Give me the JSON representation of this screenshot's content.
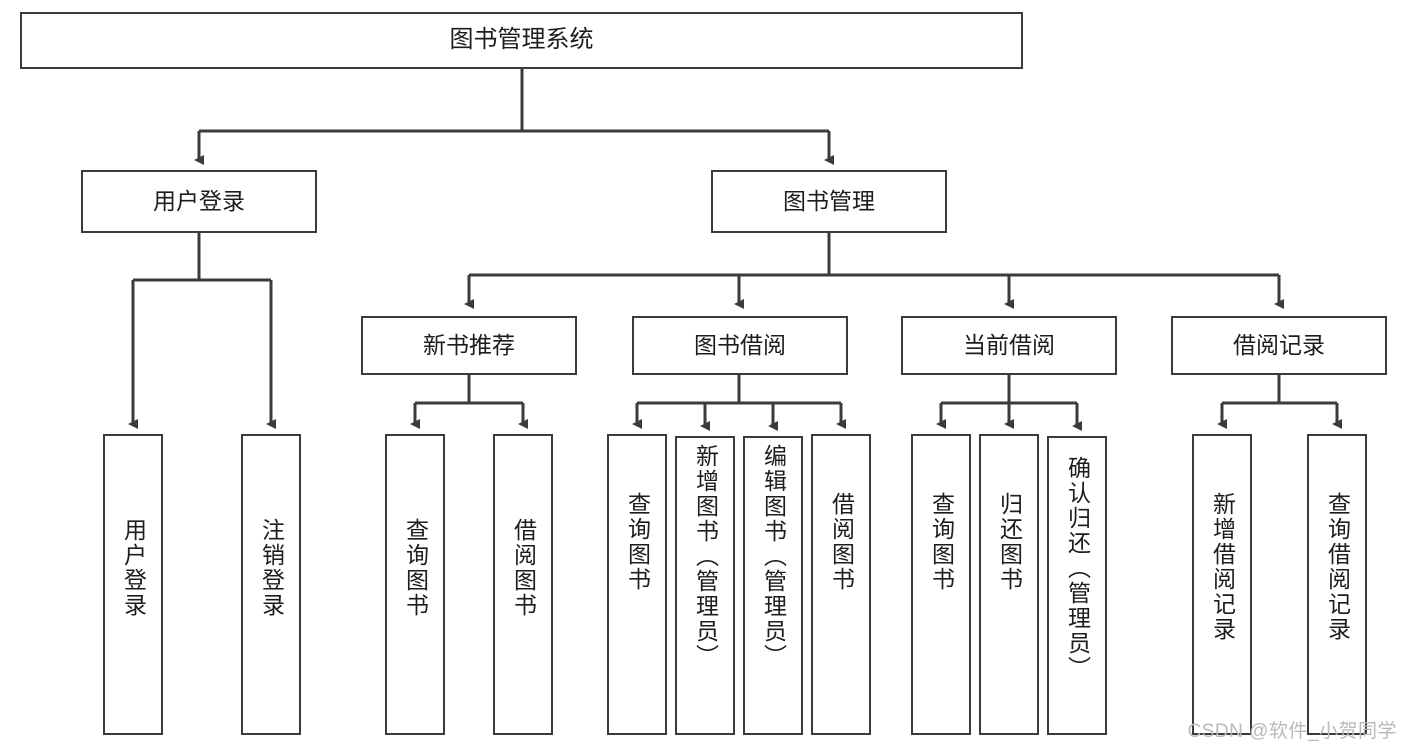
{
  "diagram": {
    "type": "tree-hierarchy-diagram",
    "title": "图书管理系统",
    "background_color": "#ffffff",
    "border_color": "#3b3b3b",
    "text_color": "#1d1d1d",
    "connector_color": "#3b3b3b"
  },
  "nodes": {
    "root": {
      "label": "图书管理系统"
    },
    "level1": [
      {
        "id": "user-login",
        "label": "用户登录"
      },
      {
        "id": "book-management",
        "label": "图书管理"
      }
    ],
    "level2": [
      {
        "id": "new-book-recommend",
        "label": "新书推荐"
      },
      {
        "id": "book-borrow",
        "label": "图书借阅"
      },
      {
        "id": "current-borrow",
        "label": "当前借阅"
      },
      {
        "id": "borrow-record",
        "label": "借阅记录"
      }
    ],
    "leaves": {
      "user_login": [
        {
          "id": "leaf-user-login",
          "label": "用户登录"
        },
        {
          "id": "leaf-logout-login",
          "label": "注销登录"
        }
      ],
      "new_book_recommend": [
        {
          "id": "leaf-query-book-1",
          "label": "查询图书"
        },
        {
          "id": "leaf-borrow-book-1",
          "label": "借阅图书"
        }
      ],
      "book_borrow": [
        {
          "id": "leaf-query-book-2",
          "label": "查询图书"
        },
        {
          "id": "leaf-add-book",
          "label": "新增图书（管理员）"
        },
        {
          "id": "leaf-edit-book",
          "label": "编辑图书（管理员）"
        },
        {
          "id": "leaf-borrow-book-2",
          "label": "借阅图书"
        }
      ],
      "current_borrow": [
        {
          "id": "leaf-query-book-3",
          "label": "查询图书"
        },
        {
          "id": "leaf-return-book",
          "label": "归还图书"
        },
        {
          "id": "leaf-confirm-return",
          "label": "确认归还（管理员）"
        }
      ],
      "borrow_record": [
        {
          "id": "leaf-add-record",
          "label": "新增借阅记录"
        },
        {
          "id": "leaf-query-record",
          "label": "查询借阅记录"
        }
      ]
    }
  },
  "watermark": {
    "text": "CSDN @软件_小贺同学"
  }
}
